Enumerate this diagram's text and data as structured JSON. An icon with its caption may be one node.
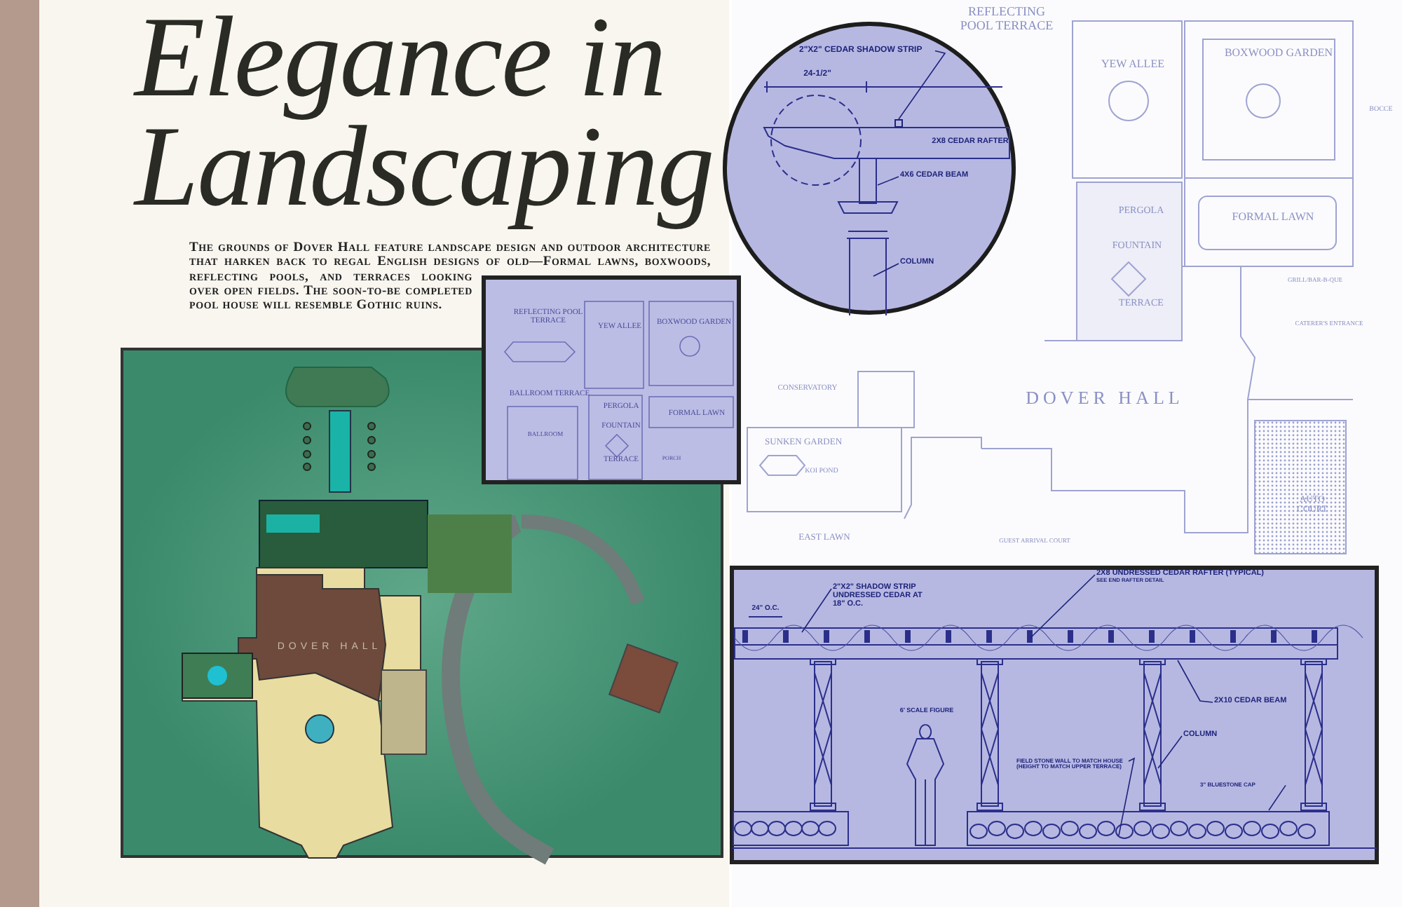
{
  "diagram": {
    "title": "Elegance in Landscaping",
    "nodes": [
      {
        "text": [
          "2\"X2\" CEDAR SHADOW STRIP"
        ]
      },
      {
        "text": [
          "4X6 CEDAR BEAM"
        ]
      },
      {
        "text": [
          "COLUMN"
        ]
      },
      {
        "text": [
          "2\"X2\" SHADOW STRIP UNDRESSED CEDAR AT 18\" O.C."
        ]
      },
      {
        "text": [
          "2X8 UNDRESSED CEDAR RAFTER (TYPICAL)",
          "SEE END RAFTER DETAIL"
        ]
      },
      {
        "text": [
          "2X10 CEDAR BEAM"
        ]
      },
      {
        "text": [
          "COLUMN"
        ]
      },
      {
        "text": [
          "FIELD STONE WALL TO MATCH HOUSE (HEIGHT TO MATCH UPPER TERRACE)"
        ]
      },
      {
        "text": [
          "3\" BLUESTONE CAP"
        ]
      },
      {
        "text": [],
        "shape": "box"
      }
    ],
    "edges": [
      {
        "from": 0,
        "to": 9,
        "arrow": "none"
      },
      {
        "from": 1,
        "to": null,
        "arrow": "none"
      },
      {
        "from": 2,
        "to": null,
        "arrow": "none"
      },
      {
        "from": 3,
        "to": null,
        "arrow": "none"
      },
      {
        "from": 4,
        "to": null,
        "arrow": "none"
      },
      {
        "from": 5,
        "to": null,
        "arrow": "none"
      },
      {
        "from": 6,
        "to": null,
        "arrow": "none"
      },
      {
        "from": 7,
        "to": null,
        "arrow": "none"
      },
      {
        "from": 8,
        "to": null,
        "arrow": "none"
      }
    ],
    "labels": [
      "The grounds of Dover Hall feature landscape design and outdoor architecture that harken back to regal English designs of old—Formal lawns, boxwoods, reflecting pools, and terraces looking over open fields. The soon-to-be completed pool house will resemble Gothic ruins.",
      "DOVER HALL",
      "REFLECTING POOL TERRACE",
      "YEW ALLEE",
      "BOXWOOD GARDEN",
      "BALLROOM TERRACE",
      "PERGOLA",
      "FOUNTAIN",
      "FORMAL LAWN",
      "BALLROOM",
      "TERRACE",
      "PORCH",
      "REFLECTING POOL TERRACE",
      "YEW ALLEE",
      "BOXWOOD GARDEN",
      "BOCCE",
      "PERGOLA",
      "FOUNTAIN",
      "TERRACE",
      "FORMAL LAWN",
      "GRILL/BAR-B-QUE",
      "CATERER'S ENTRANCE",
      "CONSERVATORY",
      "DOVER HALL",
      "SUNKEN GARDEN",
      "KOI POND",
      "AUTO COURT",
      "EAST LAWN",
      "GUEST ARRIVAL COURT",
      "24-1/2\"",
      "2X8 CEDAR RAFTER",
      "24\" O.C.",
      "6' SCALE FIGURE"
    ]
  }
}
